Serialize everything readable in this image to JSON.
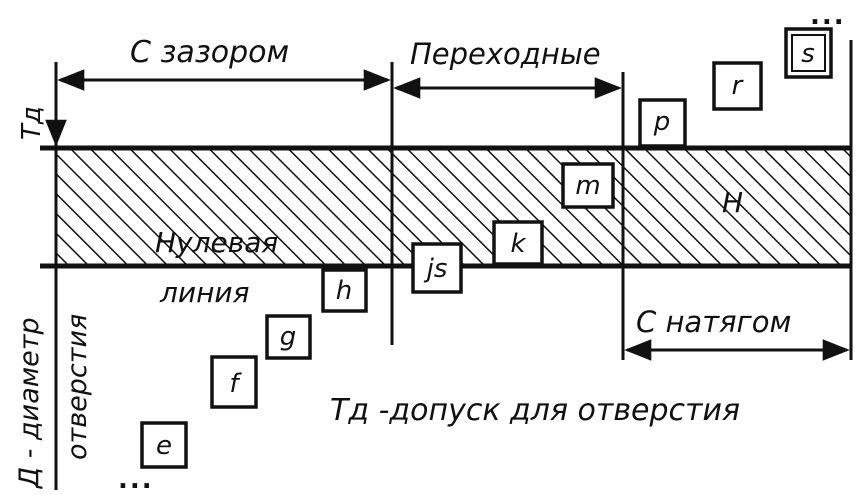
{
  "labels": {
    "clearance": "С зазором",
    "transition": "Переходные",
    "interference": "С натягом",
    "zero_line_1": "Нулевая",
    "zero_line_2": "линия",
    "td_axis": "Tд",
    "td_caption": "Tд -допуск для отверстия",
    "diameter_1": "Д - диаметр",
    "diameter_2": "отверстия",
    "hole_field": "H"
  },
  "fields": {
    "e": "e",
    "f": "f",
    "g": "g",
    "h": "h",
    "js": "js",
    "k": "k",
    "m": "m",
    "p": "p",
    "r": "r",
    "s": "s"
  },
  "ellipsis_top": "...",
  "ellipsis_bottom": "..."
}
